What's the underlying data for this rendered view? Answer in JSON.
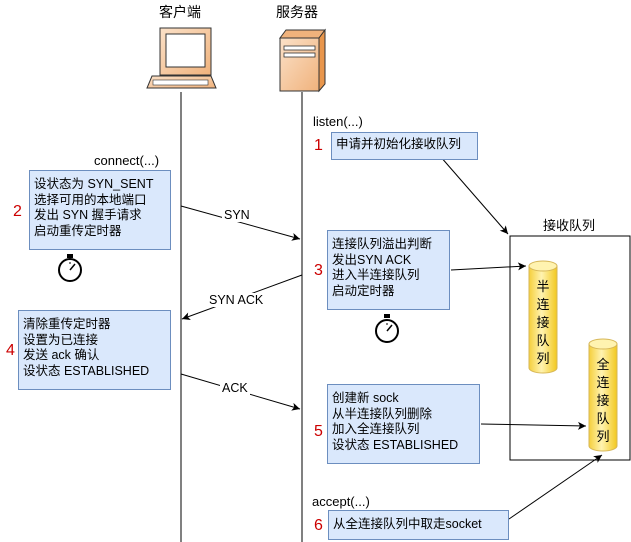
{
  "client": {
    "title": "客户端"
  },
  "server": {
    "title": "服务器"
  },
  "events": {
    "listen": "listen(...)",
    "connect": "connect(...)",
    "accept": "accept(...)"
  },
  "steps": [
    {
      "num": "1",
      "lines": [
        "申请并初始化接收队列"
      ]
    },
    {
      "num": "2",
      "lines": [
        "设状态为 SYN_SENT",
        "选择可用的本地端口",
        "发出 SYN 握手请求",
        "启动重传定时器"
      ]
    },
    {
      "num": "3",
      "lines": [
        "连接队列溢出判断",
        "发出SYN ACK",
        "进入半连接队列",
        "启动定时器"
      ]
    },
    {
      "num": "4",
      "lines": [
        "清除重传定时器",
        "设置为已连接",
        "发送 ack 确认",
        "设状态 ESTABLISHED"
      ]
    },
    {
      "num": "5",
      "lines": [
        "创建新 sock",
        "从半连接队列删除",
        "加入全连接队列",
        "设状态 ESTABLISHED"
      ]
    },
    {
      "num": "6",
      "lines": [
        "从全连接队列中取走socket"
      ]
    }
  ],
  "messages": {
    "syn": "SYN",
    "synack": "SYN ACK",
    "ack": "ACK"
  },
  "queue": {
    "title": "接收队列",
    "half": [
      "半",
      "连",
      "接",
      "队",
      "列"
    ],
    "full": [
      "全",
      "连",
      "接",
      "队",
      "列"
    ]
  },
  "colors": {
    "box_fill": "#dae8fc",
    "box_border": "#6c8ebf",
    "step_num": "#cc0000",
    "cylinder": "#ffe680"
  },
  "icons": [
    "computer-icon",
    "server-icon",
    "stopwatch-icon"
  ]
}
